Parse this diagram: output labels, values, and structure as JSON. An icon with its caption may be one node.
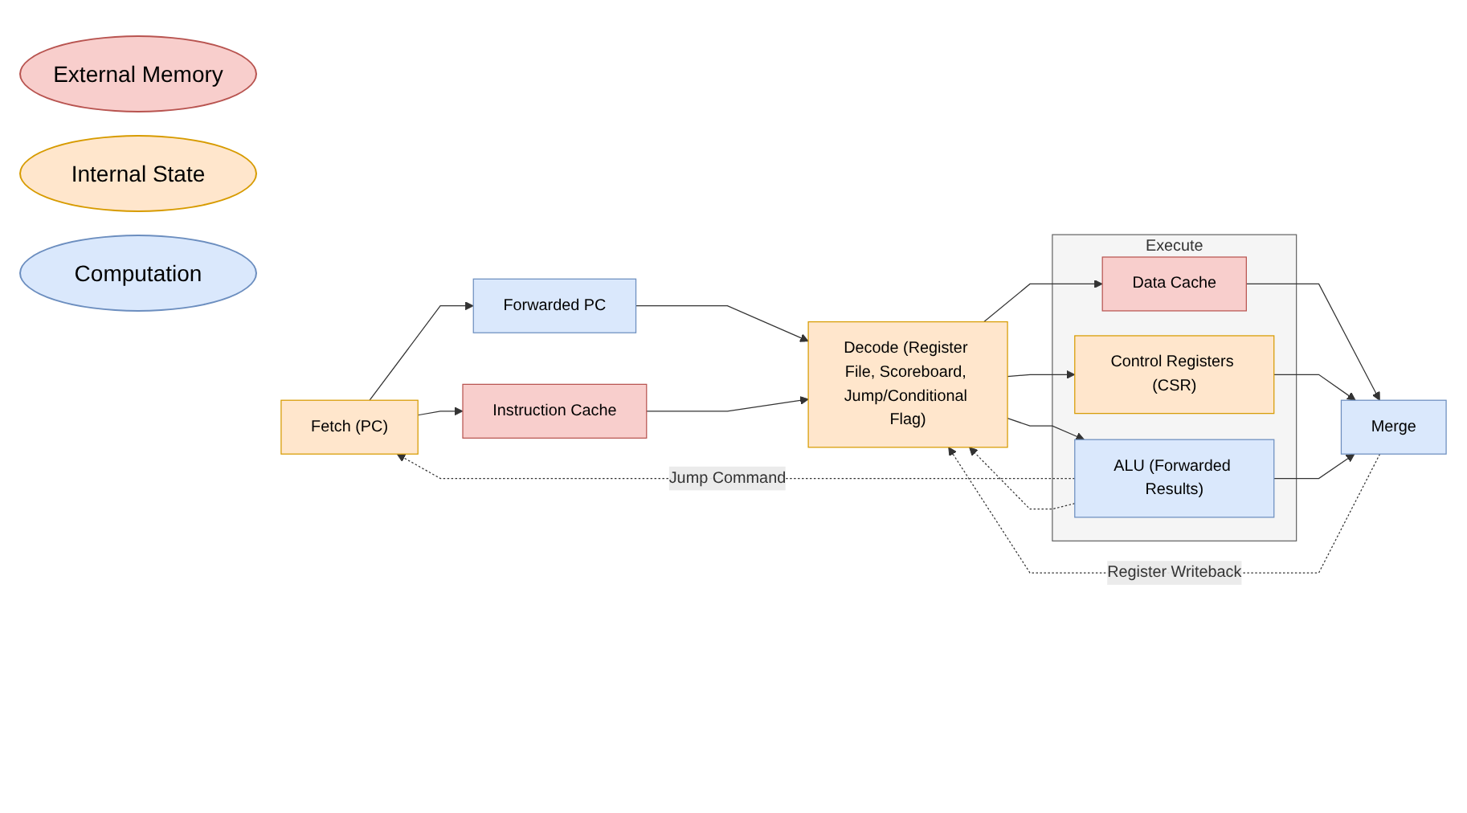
{
  "diagram": {
    "nodes": [
      {
        "text": [
          "Fetch (PC)"
        ]
      },
      {
        "text": [
          "Forwarded PC"
        ]
      },
      {
        "text": [
          "Instruction Cache"
        ]
      },
      {
        "text": [
          "Decode (Register File, Scoreboard, Jump/Conditional Flag)"
        ]
      },
      {
        "text": [
          "Execute"
        ]
      },
      {
        "text": [
          "Data Cache"
        ],
        "in": 4
      },
      {
        "text": [
          "Control Registers (CSR)"
        ],
        "in": 4
      },
      {
        "text": [
          "ALU (Forwarded Results)"
        ],
        "in": 4
      },
      {
        "text": [
          "Merge"
        ]
      }
    ],
    "edges": [
      {
        "from": 0,
        "to": 1,
        "arrow": "to"
      },
      {
        "from": 0,
        "to": 2,
        "arrow": "to"
      },
      {
        "from": 1,
        "to": 3,
        "arrow": "to"
      },
      {
        "from": 2,
        "to": 3,
        "arrow": "to"
      },
      {
        "from": 3,
        "to": 5,
        "arrow": "to"
      },
      {
        "from": 3,
        "to": 6,
        "arrow": "to"
      },
      {
        "from": 3,
        "to": 7,
        "arrow": "to"
      },
      {
        "from": 5,
        "to": 8,
        "arrow": "to"
      },
      {
        "from": 6,
        "to": 8,
        "arrow": "to"
      },
      {
        "from": 7,
        "to": 8,
        "arrow": "to"
      },
      {
        "from": 8,
        "to": 3,
        "arrow": "to",
        "label": "Register Writeback",
        "style": "dashed"
      },
      {
        "from": 7,
        "to": 0,
        "arrow": "to",
        "label": "Jump Command",
        "style": "dashed"
      },
      {
        "from": 7,
        "to": 3,
        "arrow": "to",
        "style": "dashed"
      }
    ],
    "legend": [
      {
        "text": "External Memory",
        "color": "#f8cecc"
      },
      {
        "text": "Internal State",
        "color": "#ffe6cc"
      },
      {
        "text": "Computation",
        "color": "#dae8fc"
      }
    ]
  }
}
